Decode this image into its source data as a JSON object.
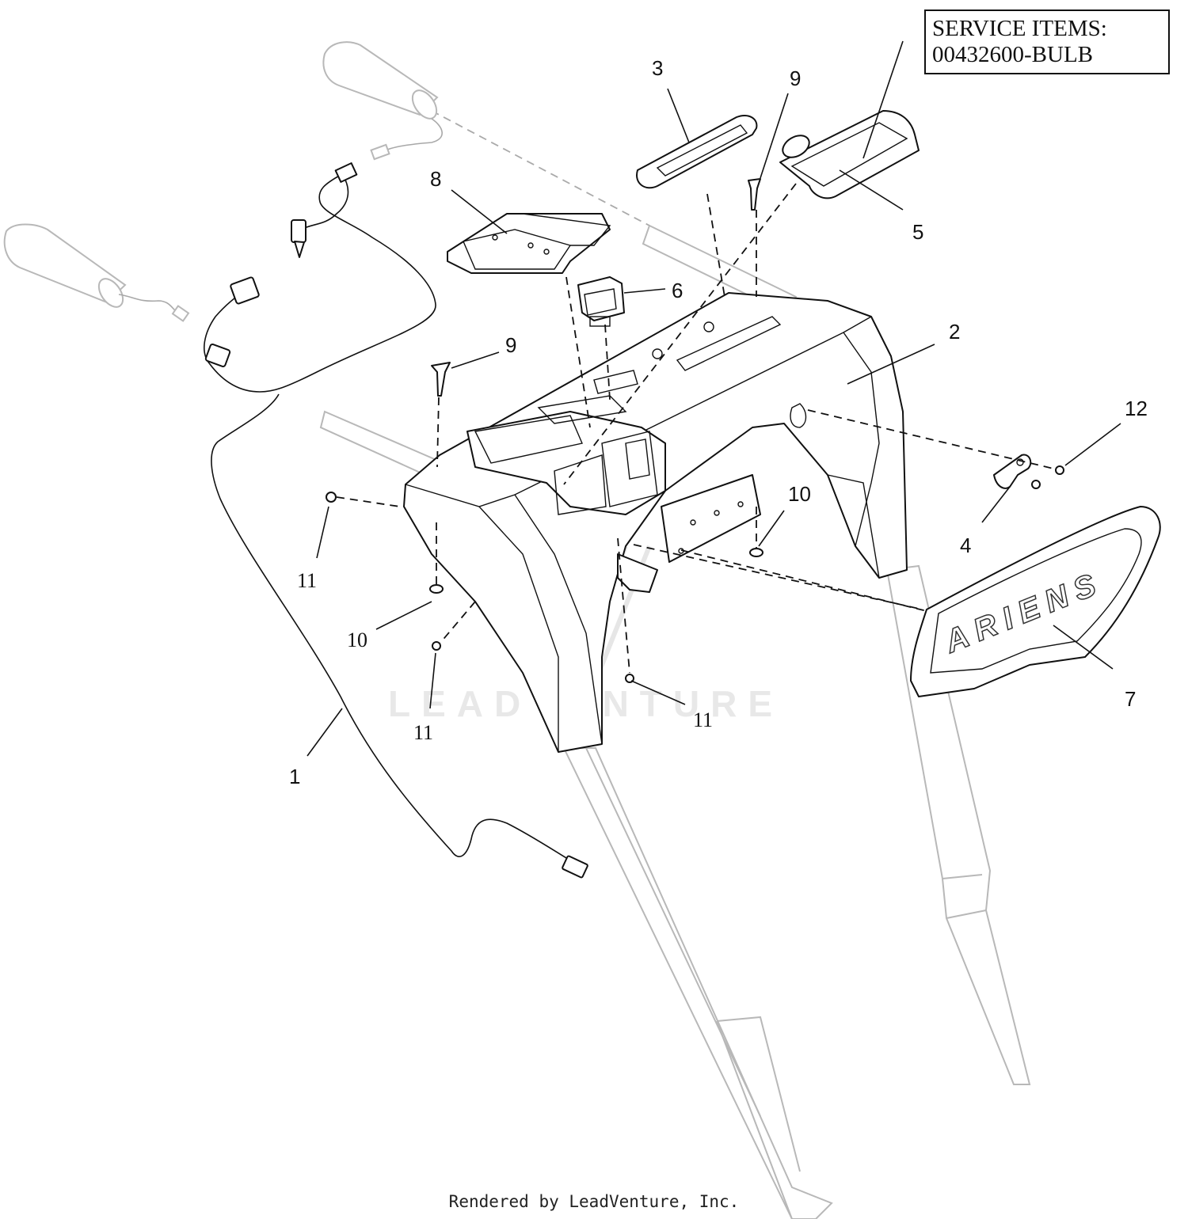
{
  "service_box": {
    "line1": "SERVICE ITEMS:",
    "line2": "00432600-BULB"
  },
  "brand_label": "ARIENS",
  "watermark": "LEADVENTURE",
  "footer": "Rendered by LeadVenture, Inc.",
  "callouts": {
    "c1": "1",
    "c2": "2",
    "c3": "3",
    "c4": "4",
    "c5": "5",
    "c6": "6",
    "c7": "7",
    "c8": "8",
    "c9a": "9",
    "c9b": "9",
    "c10a": "10",
    "c10b": "10",
    "c11a": "11",
    "c11b": "11",
    "c11c": "11",
    "c12": "12"
  }
}
